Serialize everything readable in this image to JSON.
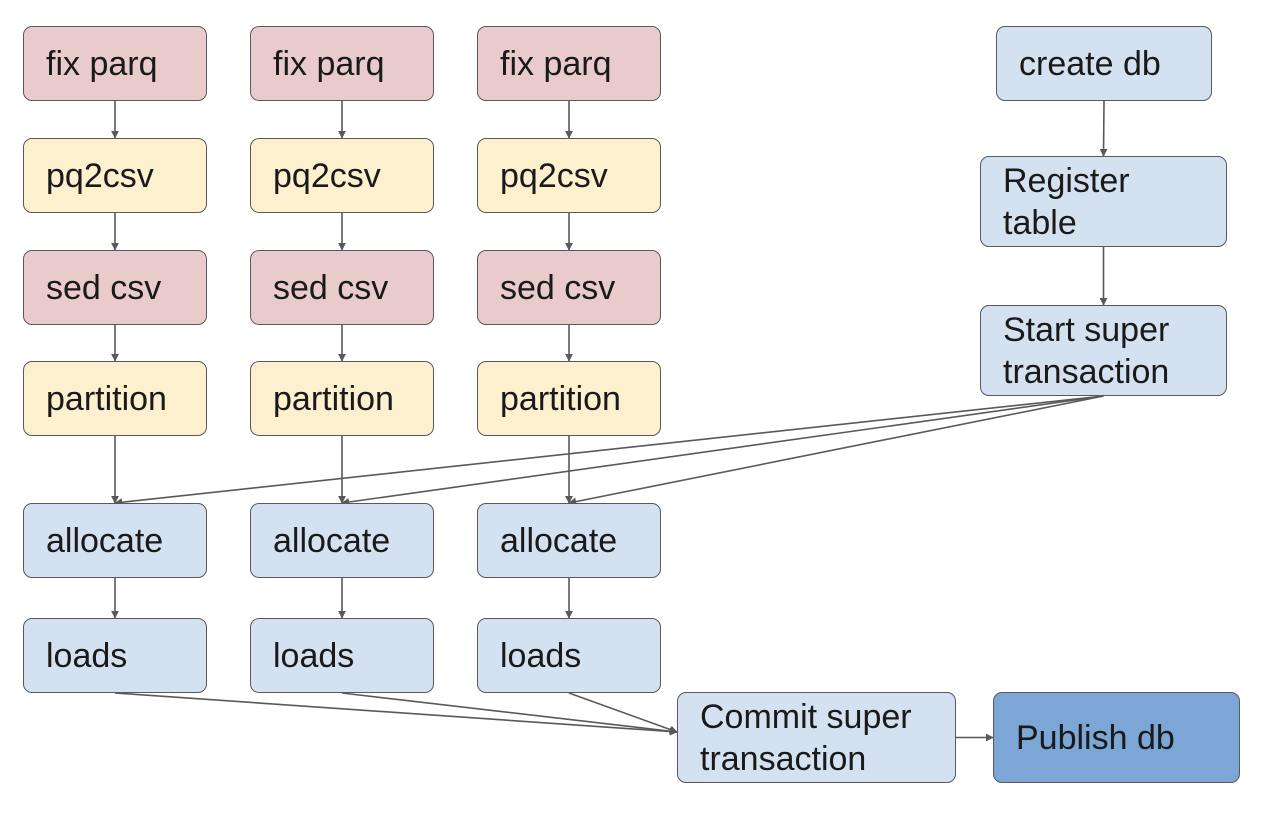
{
  "colors": {
    "red": "#eacbcb",
    "yellow": "#fdf0cf",
    "blue": "#d4e1f0",
    "dark_blue": "#7ba6d6",
    "border": "#595959",
    "arrow": "#595959"
  },
  "nodes": {
    "c1_fix": "fix parq",
    "c1_pq2csv": "pq2csv",
    "c1_sed": "sed csv",
    "c1_part": "partition",
    "c1_alloc": "allocate",
    "c1_loads": "loads",
    "c2_fix": "fix parq",
    "c2_pq2csv": "pq2csv",
    "c2_sed": "sed csv",
    "c2_part": "partition",
    "c2_alloc": "allocate",
    "c2_loads": "loads",
    "c3_fix": "fix parq",
    "c3_pq2csv": "pq2csv",
    "c3_sed": "sed csv",
    "c3_part": "partition",
    "c3_alloc": "allocate",
    "c3_loads": "loads",
    "create_db": "create db",
    "register": "Register\ntable",
    "start_tx": "Start super\ntransaction",
    "commit_tx": "Commit super\ntransaction",
    "publish": "Publish db"
  },
  "edges": [
    [
      "c1_fix",
      "c1_pq2csv"
    ],
    [
      "c1_pq2csv",
      "c1_sed"
    ],
    [
      "c1_sed",
      "c1_part"
    ],
    [
      "c1_part",
      "c1_alloc"
    ],
    [
      "c1_alloc",
      "c1_loads"
    ],
    [
      "c2_fix",
      "c2_pq2csv"
    ],
    [
      "c2_pq2csv",
      "c2_sed"
    ],
    [
      "c2_sed",
      "c2_part"
    ],
    [
      "c2_part",
      "c2_alloc"
    ],
    [
      "c2_alloc",
      "c2_loads"
    ],
    [
      "c3_fix",
      "c3_pq2csv"
    ],
    [
      "c3_pq2csv",
      "c3_sed"
    ],
    [
      "c3_sed",
      "c3_part"
    ],
    [
      "c3_part",
      "c3_alloc"
    ],
    [
      "c3_alloc",
      "c3_loads"
    ],
    [
      "create_db",
      "register"
    ],
    [
      "register",
      "start_tx"
    ],
    [
      "start_tx",
      "c1_alloc"
    ],
    [
      "start_tx",
      "c2_alloc"
    ],
    [
      "start_tx",
      "c3_alloc"
    ],
    [
      "c1_loads",
      "commit_tx"
    ],
    [
      "c2_loads",
      "commit_tx"
    ],
    [
      "c3_loads",
      "commit_tx"
    ],
    [
      "commit_tx",
      "publish"
    ]
  ]
}
